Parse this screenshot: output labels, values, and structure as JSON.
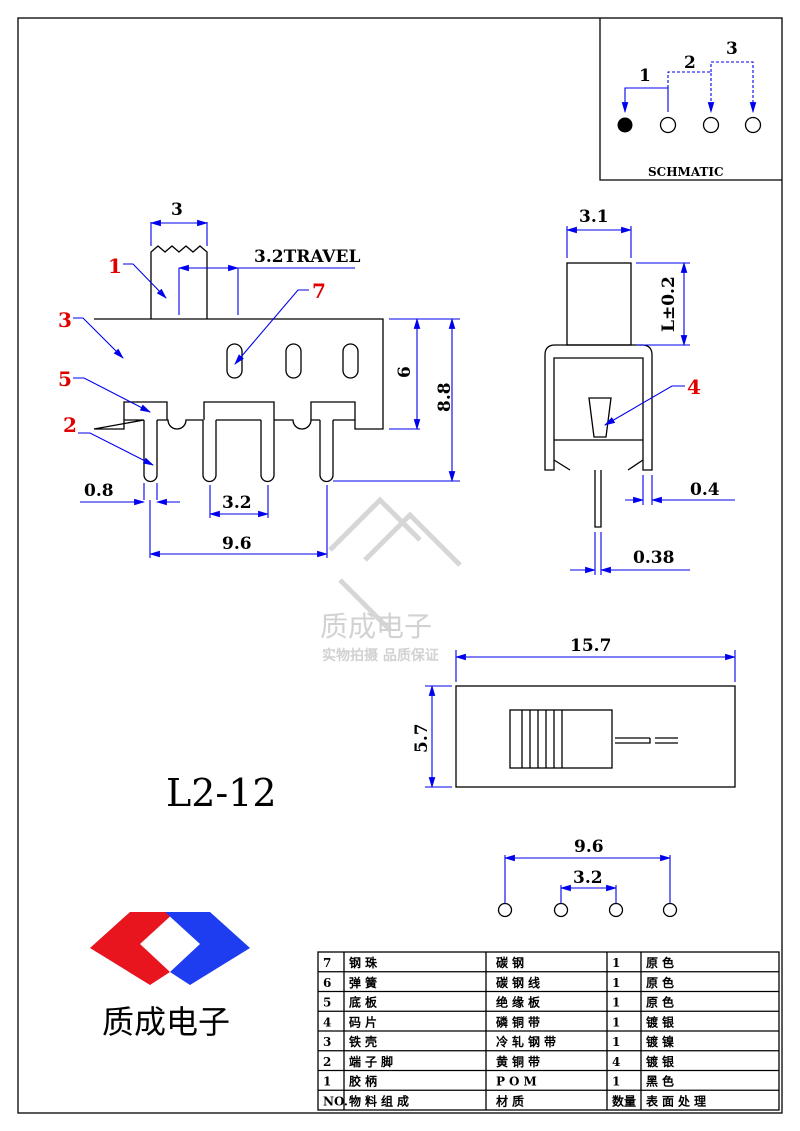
{
  "title": "L2-12",
  "schematic": {
    "label": "SCHMATIC",
    "positions": [
      "1",
      "2",
      "3"
    ]
  },
  "side_view": {
    "actuator_width": "3",
    "travel": "3.2TRAVEL",
    "height_body": "6",
    "height_total": "8.8",
    "pin_width": "0.8",
    "pin_pitch": "3.2",
    "pin_span": "9.6",
    "callouts": [
      "1",
      "2",
      "3",
      "5",
      "7"
    ]
  },
  "end_view": {
    "width": "3.1",
    "actuator_height": "L±0.2",
    "tab": "0.4",
    "pin_thickness": "0.38",
    "callout": "4"
  },
  "top_view": {
    "length": "15.7",
    "width": "5.7"
  },
  "footprint": {
    "span": "9.6",
    "pitch": "3.2"
  },
  "watermark": {
    "name": "质成电子",
    "slogan": "实物拍摄 品质保证"
  },
  "logo": {
    "text": "质成电子",
    "colors": {
      "red": "#e8141e",
      "blue": "#1e3cf0"
    }
  },
  "bom": {
    "header": [
      "NO.",
      "物料组成",
      "材质",
      "数量",
      "表面处理"
    ],
    "rows": [
      [
        "7",
        "钢珠",
        "碳钢",
        "1",
        "原色"
      ],
      [
        "6",
        "弹簧",
        "碳钢线",
        "1",
        "原色"
      ],
      [
        "5",
        "底板",
        "绝缘板",
        "1",
        "原色"
      ],
      [
        "4",
        "码片",
        "磷铜带",
        "1",
        "镀银"
      ],
      [
        "3",
        "铁壳",
        "冷轧钢带",
        "1",
        "镀镍"
      ],
      [
        "2",
        "端子脚",
        "黄铜带",
        "4",
        "镀银"
      ],
      [
        "1",
        "胶柄",
        "POM",
        "1",
        "黑色"
      ]
    ]
  }
}
